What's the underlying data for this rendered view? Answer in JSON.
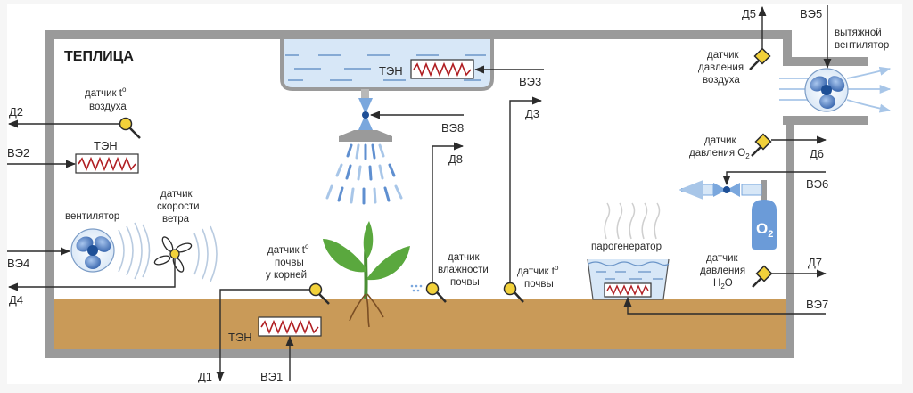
{
  "title": "ТЕПЛИЦА",
  "colors": {
    "wall": "#9a9a9a",
    "soil": "#c99a58",
    "water": "#d7e7f7",
    "sensor_yellow": "#f2d13a",
    "heater_red": "#b01e22",
    "fan_blue": "#2f63b5",
    "plant_green": "#5aa83e",
    "o2_tank": "#6b9bd8"
  },
  "heaters": {
    "air": "ТЭН",
    "water_tank": "ТЭН",
    "soil": "ТЭН"
  },
  "devices": {
    "fan": "вентилятор",
    "exhaust_fan": [
      "вытяжной",
      "вентилятор"
    ],
    "steam_generator": "парогенератор",
    "o2_tank": "O",
    "o2_sub": "2"
  },
  "sensors": {
    "air_temp": [
      "датчик t",
      "o",
      "воздуха"
    ],
    "wind_speed": [
      "датчик",
      "скорости",
      "ветра"
    ],
    "root_soil_temp": [
      "датчик t",
      "o",
      "почвы",
      "у корней"
    ],
    "soil_moisture": [
      "датчик",
      "влажности",
      "почвы"
    ],
    "soil_temp": [
      "датчик t",
      "o",
      "почвы"
    ],
    "air_pressure": [
      "датчик",
      "давления",
      "воздуха"
    ],
    "o2_pressure": [
      "датчик",
      "давления O",
      "2"
    ],
    "h2o_pressure": [
      "датчик",
      "давления",
      "H",
      "2",
      "O"
    ]
  },
  "signals": {
    "d1": "Д1",
    "d2": "Д2",
    "d3": "Д3",
    "d4": "Д4",
    "d5": "Д5",
    "d6": "Д6",
    "d7": "Д7",
    "d8": "Д8",
    "ve1": "ВЭ1",
    "ve2": "ВЭ2",
    "ve3": "ВЭ3",
    "ve4": "ВЭ4",
    "ve5": "ВЭ5",
    "ve6": "ВЭ6",
    "ve7": "ВЭ7",
    "ve8": "ВЭ8"
  }
}
